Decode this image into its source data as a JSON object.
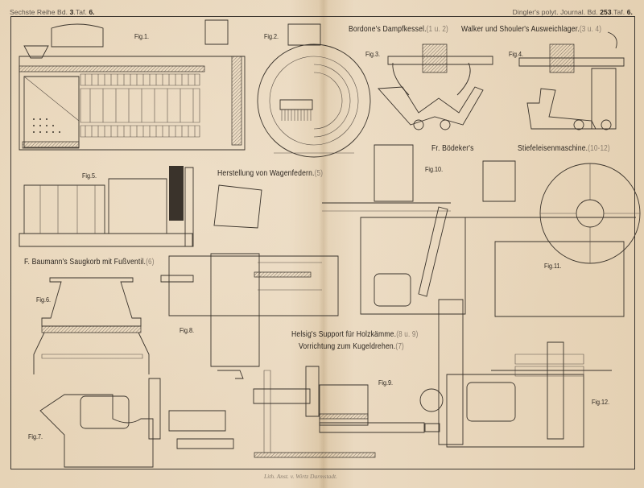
{
  "header": {
    "left_prefix": "Sechste Reihe Bd.",
    "left_volume": "3",
    "left_mid": ".Taf.",
    "left_plate": "6.",
    "right_prefix": "Dingler's polyt. Journal. Bd.",
    "right_volume": "253",
    "right_mid": ".Taf.",
    "right_plate": "6."
  },
  "titles": {
    "bordone": {
      "text": "Bordone's Dampfkessel.",
      "ref": "(1 u. 2)"
    },
    "walker": {
      "text": "Walker und Shouler's Ausweichlager.",
      "ref": "(3 u. 4)"
    },
    "boedeker_a": {
      "text": "Fr. Bödeker's",
      "ref": ""
    },
    "boedeker_b": {
      "text": "Stiefeleisenmaschine.",
      "ref": "(10-12)"
    },
    "wagenfedern": {
      "text": "Herstellung von Wagenfedern.",
      "ref": "(5)"
    },
    "baumann": {
      "text": "F. Baumann's Saugkorb mit Fußventil.",
      "ref": "(6)"
    },
    "helsig": {
      "text": "Helsig's Support für Holzkämme.",
      "ref": "(8 u. 9)"
    },
    "kugel": {
      "text": "Vorrichtung zum Kugeldrehen.",
      "ref": "(7)"
    }
  },
  "figures": {
    "fig1": "Fig.1.",
    "fig2": "Fig.2.",
    "fig3": "Fig.3.",
    "fig4": "Fig.4.",
    "fig5": "Fig.5.",
    "fig6": "Fig.6.",
    "fig7": "Fig.7.",
    "fig8": "Fig.8.",
    "fig9": "Fig.9.",
    "fig10": "Fig.10.",
    "fig11": "Fig.11.",
    "fig12": "Fig.12."
  },
  "footer": "Lith. Anst. v. Wirtz Darmstadt."
}
